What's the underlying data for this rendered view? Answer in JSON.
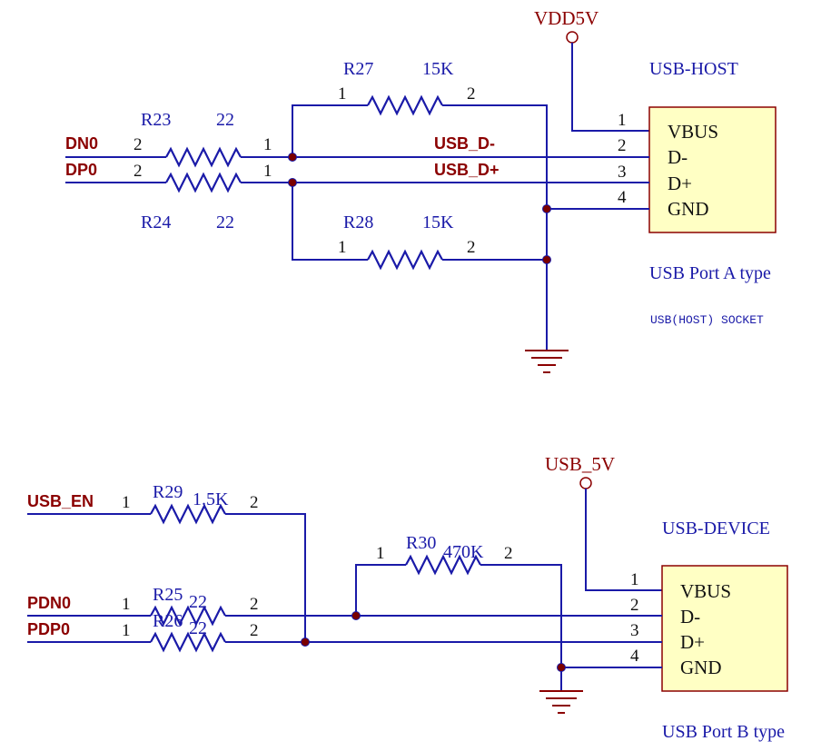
{
  "host": {
    "power_label": "VDD5V",
    "title": "USB-HOST",
    "subtitle": "USB Port A type",
    "note": "USB(HOST) SOCKET",
    "connector_pins": [
      {
        "num": "1",
        "name": "VBUS"
      },
      {
        "num": "2",
        "name": "D-"
      },
      {
        "num": "3",
        "name": "D+"
      },
      {
        "num": "4",
        "name": "GND"
      }
    ],
    "nets": {
      "dn": "DN0",
      "dp": "DP0",
      "usb_dm": "USB_D-",
      "usb_dp": "USB_D+"
    },
    "resistors": {
      "r23": {
        "ref": "R23",
        "value": "22",
        "pin_a": "2",
        "pin_b": "1"
      },
      "r24": {
        "ref": "R24",
        "value": "22",
        "pin_a": "2",
        "pin_b": "1"
      },
      "r27": {
        "ref": "R27",
        "value": "15K",
        "pin_a": "1",
        "pin_b": "2"
      },
      "r28": {
        "ref": "R28",
        "value": "15K",
        "pin_a": "1",
        "pin_b": "2"
      }
    }
  },
  "device": {
    "power_label": "USB_5V",
    "title": "USB-DEVICE",
    "subtitle": "USB Port B type",
    "connector_pins": [
      {
        "num": "1",
        "name": "VBUS"
      },
      {
        "num": "2",
        "name": "D-"
      },
      {
        "num": "3",
        "name": "D+"
      },
      {
        "num": "4",
        "name": "GND"
      }
    ],
    "nets": {
      "en": "USB_EN",
      "pdn": "PDN0",
      "pdp": "PDP0"
    },
    "resistors": {
      "r29": {
        "ref": "R29",
        "value": "1.5K",
        "pin_a": "1",
        "pin_b": "2"
      },
      "r30": {
        "ref": "R30",
        "value": "470K",
        "pin_a": "1",
        "pin_b": "2"
      },
      "r25": {
        "ref": "R25",
        "value": "22",
        "pin_a": "1",
        "pin_b": "2"
      },
      "r26": {
        "ref": "R26",
        "value": "22",
        "pin_a": "1",
        "pin_b": "2"
      }
    }
  },
  "colors": {
    "wire": "#1a1aa8",
    "label_red": "#8b0000",
    "connector_fill": "#ffffc4"
  }
}
